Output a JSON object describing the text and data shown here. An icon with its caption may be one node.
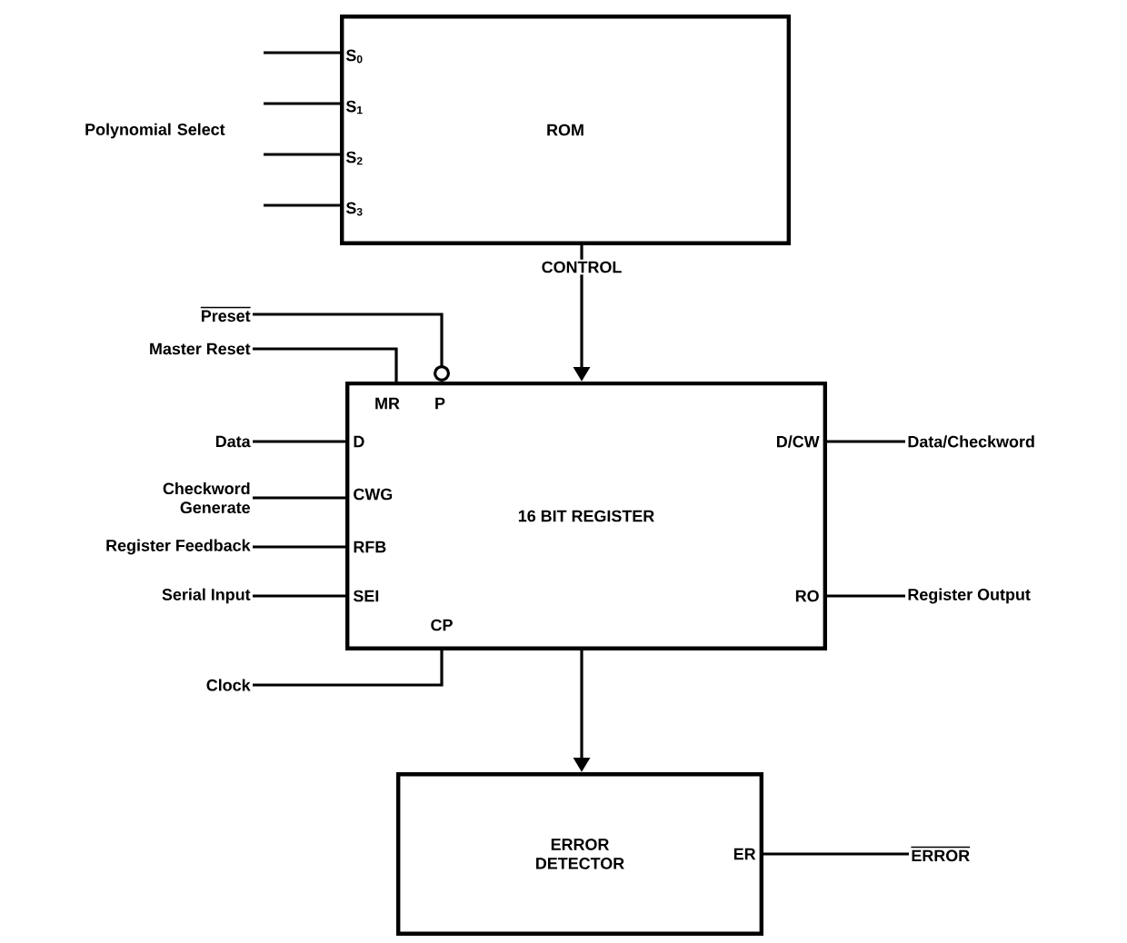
{
  "diagram": {
    "nodes": [
      {
        "text": [
          "ROM"
        ]
      },
      {
        "text": [
          "16 BIT REGISTER"
        ]
      },
      {
        "text": [
          "ERROR DETECTOR"
        ]
      },
      {
        "text": [
          "Preset"
        ]
      },
      {
        "text": [
          "Master Reset"
        ]
      },
      {
        "text": [
          "Data"
        ]
      },
      {
        "text": [
          "Checkword Generate"
        ]
      },
      {
        "text": [
          "Register Feedback"
        ]
      },
      {
        "text": [
          "Serial Input"
        ]
      },
      {
        "text": [
          "Clock"
        ]
      },
      {
        "text": [
          "Data/Checkword"
        ]
      },
      {
        "text": [
          "Register Output"
        ]
      },
      {
        "text": [
          "ERROR"
        ]
      }
    ],
    "edges": [
      {
        "from": null,
        "to": 0,
        "arrow": "none"
      },
      {
        "from": null,
        "to": 0,
        "arrow": "none"
      },
      {
        "from": null,
        "to": 0,
        "arrow": "none"
      },
      {
        "from": null,
        "to": 0,
        "arrow": "none"
      },
      {
        "from": 3,
        "to": 1,
        "arrow": "other"
      },
      {
        "from": 4,
        "to": 1,
        "arrow": "none"
      },
      {
        "from": 5,
        "to": 1,
        "arrow": "none"
      },
      {
        "from": 6,
        "to": 1,
        "arrow": "none"
      },
      {
        "from": 7,
        "to": 1,
        "arrow": "none"
      },
      {
        "from": 8,
        "to": 1,
        "arrow": "none"
      },
      {
        "from": 9,
        "to": 1,
        "arrow": "none"
      },
      {
        "from": 1,
        "to": 10,
        "arrow": "none"
      },
      {
        "from": 1,
        "to": 11,
        "arrow": "none"
      },
      {
        "from": 0,
        "to": 1,
        "arrow": "to",
        "label": "CONTROL"
      },
      {
        "from": 1,
        "to": 2,
        "arrow": "to"
      },
      {
        "from": 2,
        "to": 12,
        "arrow": "none"
      }
    ],
    "labels": [
      "Polynomial Select",
      "S$_{0}$",
      "S$_{1}$",
      "S$_{2}$",
      "S$_{3}$",
      "MR",
      "P",
      "D",
      "CWG",
      "RFB",
      "SEI",
      "CP",
      "D/CW",
      "RO",
      "ER"
    ]
  }
}
